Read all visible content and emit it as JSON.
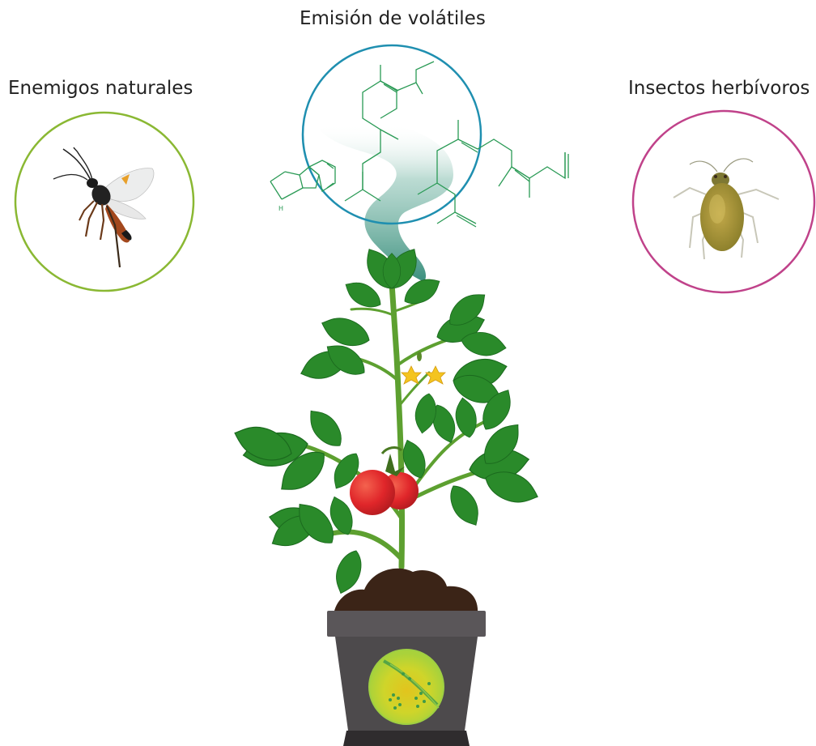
{
  "labels": {
    "volatiles": "Emisión de volátiles",
    "natural_enemies": "Enemigos naturales",
    "herbivores": "Insectos herbívoros"
  },
  "molecule": {
    "atom_label": "H"
  },
  "colors": {
    "enemies_ring": "#8ab833",
    "volatiles_ring": "#1f8fb0",
    "herbivores_ring": "#c0428a",
    "molecule_lines": "#2a9a55",
    "smoke": "#3a8f7d",
    "leaf": "#2a8a2a",
    "leaf_dark": "#1b6a1e",
    "stem": "#5da030",
    "tomato": "#e0262a",
    "flower": "#f4c41f",
    "soil": "#3b2417",
    "pot": "#4d4a4c",
    "pot_rim": "#5a5659",
    "microbe_disk": "#c8d623"
  }
}
